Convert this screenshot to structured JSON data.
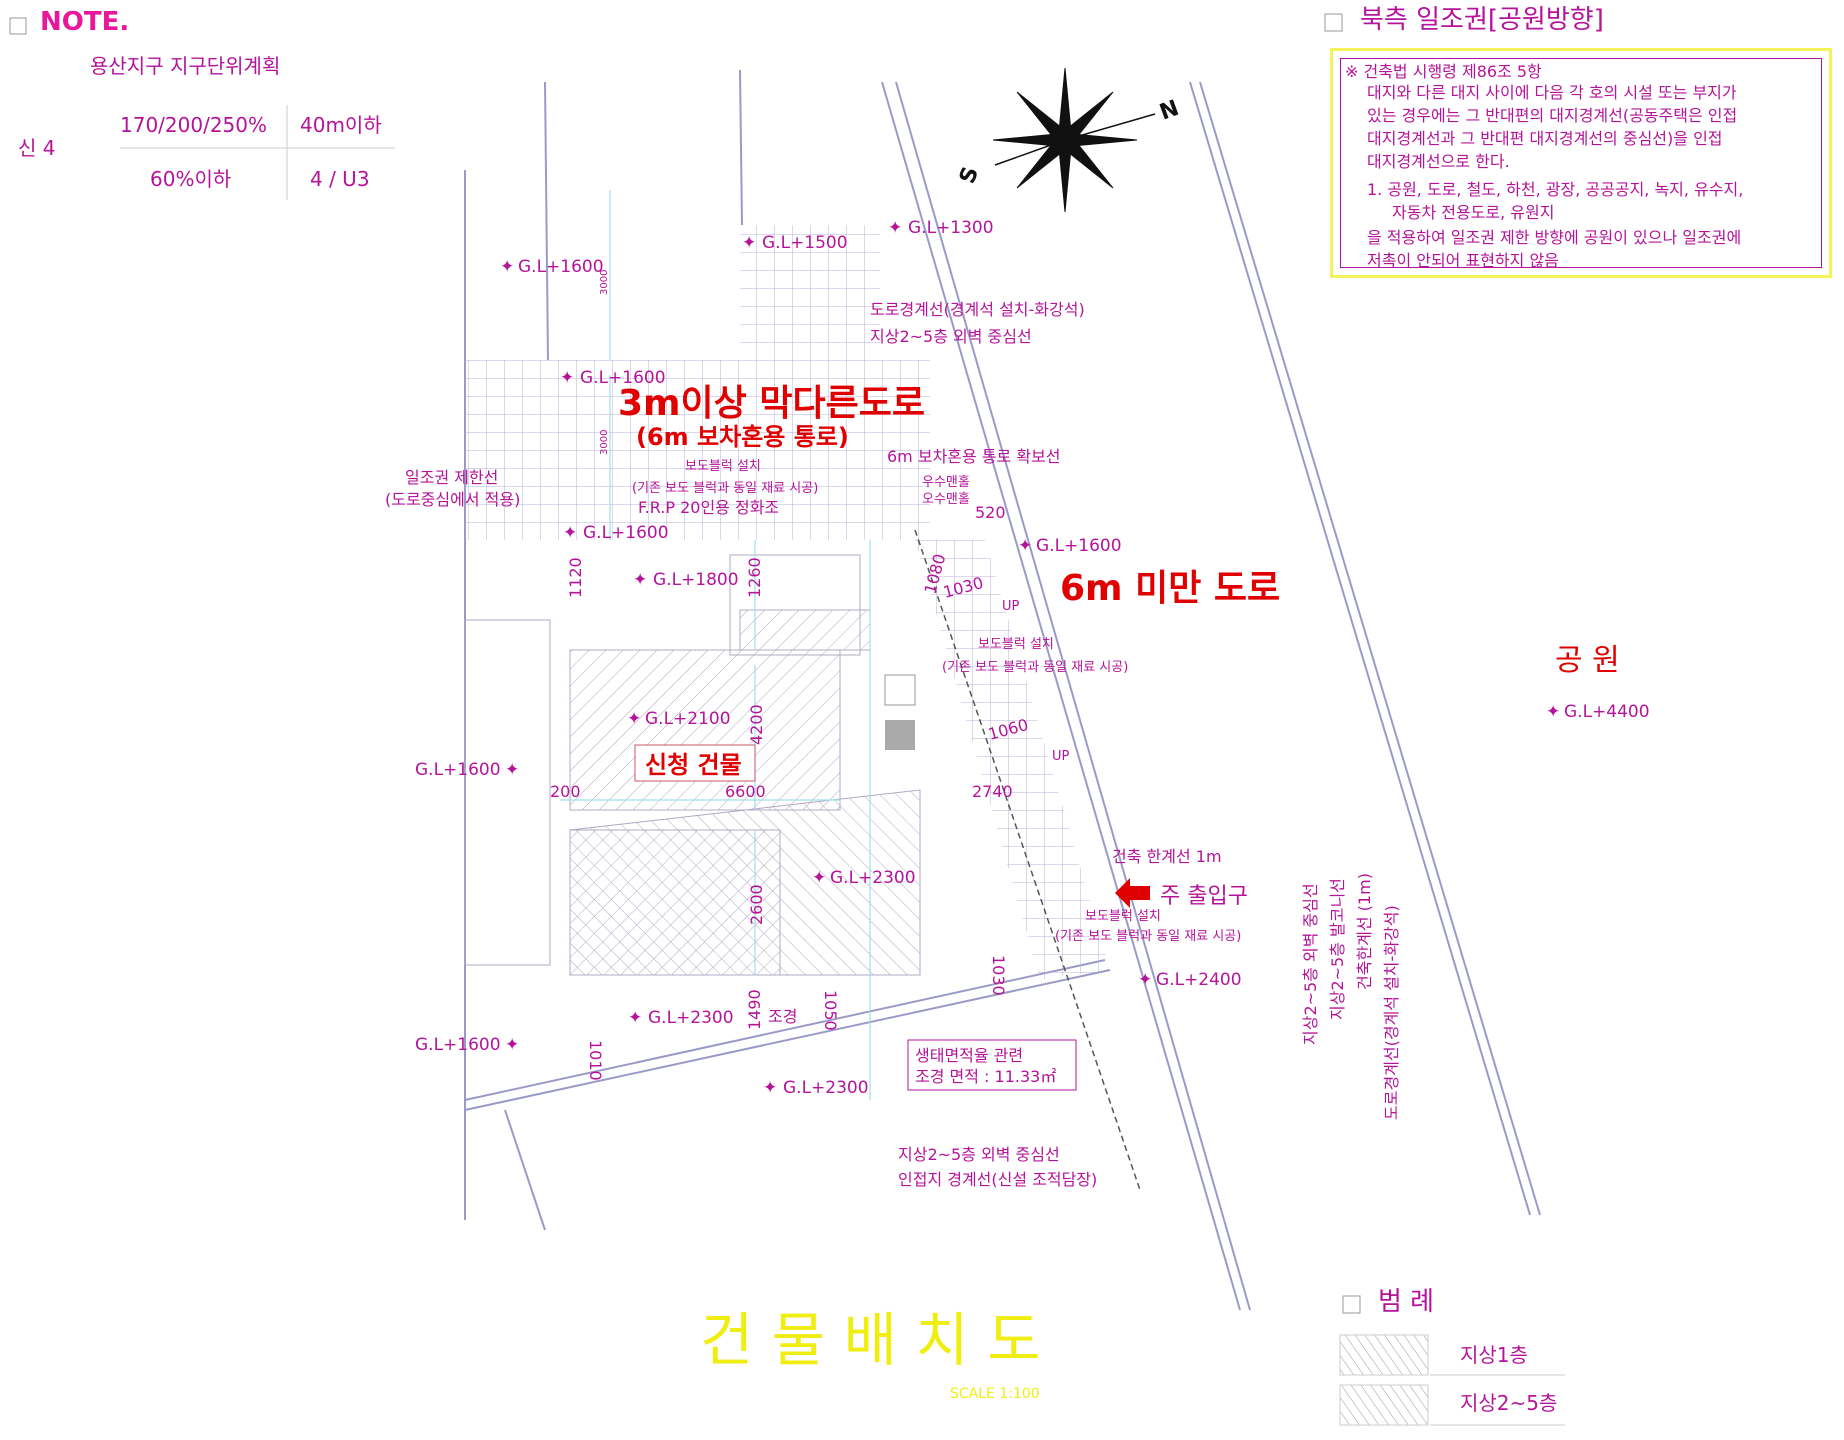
{
  "note": {
    "title": "NOTE.",
    "district": "용산지구 지구단위계획",
    "row_label": "신 4",
    "table": [
      [
        "170/200/250%",
        "40m이하"
      ],
      [
        "60%이하",
        "4 / U3"
      ]
    ]
  },
  "sunlight": {
    "title": "북측 일조권[공원방향]",
    "lines": [
      "※ 건축법 시행령 제86조 5항",
      "대지와 다른 대지 사이에 다음 각 호의 시설 또는 부지가",
      "있는 경우에는 그 반대편의 대지경계선(공동주택은 인접",
      "대지경계선과 그 반대편 대지경계선의 중심선)을 인접",
      "대지경계선으로 한다.",
      "1. 공원, 도로, 철도, 하천, 광장, 공공공지, 녹지, 유수지,",
      "자동차 전용도로, 유원지",
      "을 적용하여 일조권 제한 방향에 공원이 있으나 일조권에",
      "저촉이 안되어 표현하지 않음"
    ]
  },
  "compass": {
    "n": "N",
    "s": "S"
  },
  "labels": {
    "road_3m": "3m이상 막다른도로",
    "road_3m_sub": "(6m 보차혼용 통로)",
    "road_6m": "6m 미만 도로",
    "building": "신청 건물",
    "park": "공 원",
    "main_entrance": "주 출입구",
    "sunlight_line": "일조권 제한선",
    "sunlight_line_sub": "(도로중심에서 적용)",
    "boundary_road": "도로경계선(경계석 설치-화강석)",
    "wall_center": "지상2~5층 외벽 중심선",
    "walkway_6m": "6m 보차혼용 통로 확보선",
    "block_install": "보도블럭 설치",
    "block_sub": "(기존 보도 블럭과 동일 재료 시공)",
    "frp": "F.R.P 20인용 정화조",
    "rain": "우수맨홀",
    "sewage": "오수맨홀",
    "build_limit": "건축 한계선 1m",
    "landscape": "조경",
    "eco_title": "생태면적율 관련",
    "eco_area": "조경 면적 : 11.33㎡",
    "wall_center2": "지상2~5층 외벽 중심선",
    "adjacent": "인접지 경계선(신설 조적담장)",
    "up": "UP"
  },
  "vertical_labels": [
    "지상2~5층 외벽 중심선",
    "지상2~5층 발코니선",
    "건축한계선 (1m)",
    "도로경계선(경계석 설치-화강석)"
  ],
  "elevations": [
    "G.L+1600",
    "G.L+1500",
    "G.L+1300",
    "G.L+1600",
    "G.L+1600",
    "G.L+1800",
    "G.L+1600",
    "G.L+2100",
    "G.L+1600",
    "G.L+2300",
    "G.L+2400",
    "G.L+2300",
    "G.L+1600",
    "G.L+2300",
    "G.L+4400"
  ],
  "dimensions": [
    "3000",
    "3000",
    "1120",
    "1260",
    "1080",
    "1030",
    "4200",
    "200",
    "6600",
    "1060",
    "2740",
    "2600",
    "1490",
    "1050",
    "1030",
    "1010",
    "520"
  ],
  "title": {
    "main": "건 물 배 치 도",
    "scale": "SCALE 1:100"
  },
  "legend": {
    "title": "범 례",
    "items": [
      "지상1층",
      "지상2~5층"
    ]
  },
  "colors": {
    "magenta": "#b5149a",
    "red": "#e00000",
    "yellow": "#f0ee10",
    "cyan": "#9fdfe8"
  }
}
